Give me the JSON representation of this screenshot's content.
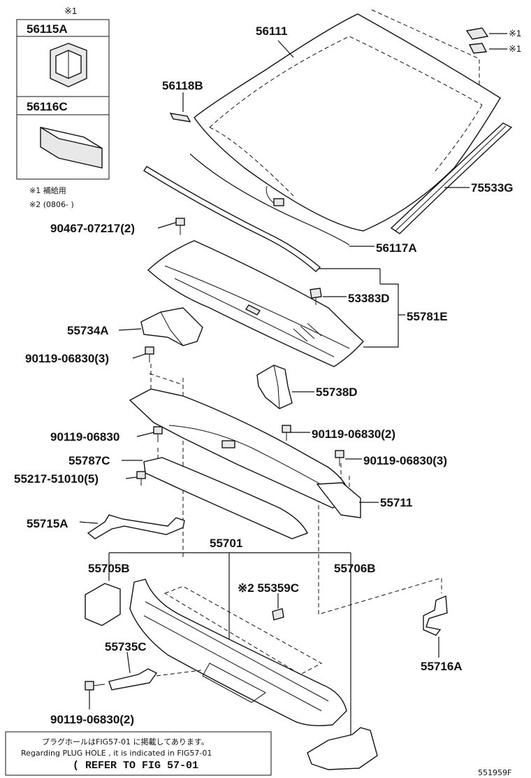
{
  "inset": {
    "mark": "※1",
    "part_a": "56115A",
    "part_b": "56116C"
  },
  "notes": {
    "note1": "※1 補給用",
    "note2": "※2 (0806-     )"
  },
  "labels": {
    "windshield": "56111",
    "clip_right_mark_1": "※1",
    "clip_right_mark_2": "※1",
    "spacer": "56118B",
    "moulding_side": "75533G",
    "bolt_top": "90467-07217(2)",
    "weatherstrip": "56117A",
    "clip": "53383D",
    "cowl_top": "55781E",
    "bracket_left": "55734A",
    "screw_a": "90119-06830(3)",
    "bracket_right": "55738D",
    "screw_b": "90119-06830",
    "screw_c": "90119-06830(2)",
    "screw_d": "90119-06830(3)",
    "cowl_panel": "55787C",
    "nut": "55217-51010(5)",
    "cowl_louver": "55711",
    "brace_left": "55715A",
    "dash_panel": "55701",
    "side_left": "55705B",
    "side_right": "55706B",
    "plug": "※2 55359C",
    "brace_lower": "55735C",
    "bracket_lower_right": "55716A",
    "screw_e": "90119-06830(2)"
  },
  "footer": {
    "line1": "プラグホールはFIG57-01 に掲載してあります。",
    "line2": "Regarding PLUG HOLE , it is indicated in FIG57-01",
    "line3": "( REFER TO FIG 57-01",
    "code": "551959F"
  }
}
